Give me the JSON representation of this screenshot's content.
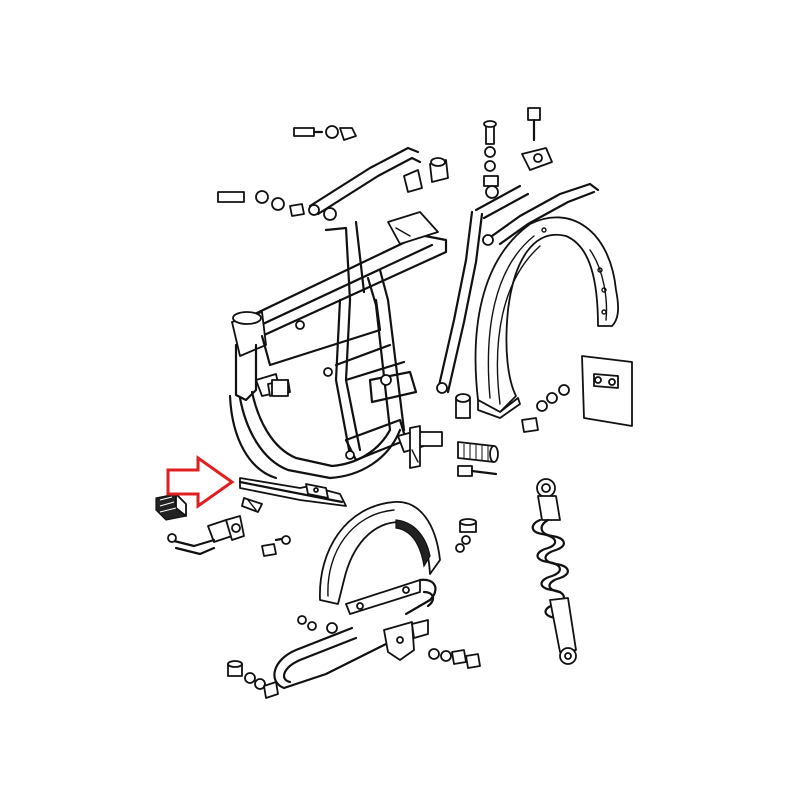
{
  "diagram": {
    "background": "#ffffff",
    "line_color": "#111111",
    "callout_arrow": {
      "icon": "right-arrow-outline-icon",
      "color": "#e02020",
      "points_to": "rear-brake-rod"
    },
    "parts": [
      "main-frame",
      "rear-fender",
      "front-fender",
      "fender-stays",
      "rear-shock-absorber",
      "footrest-rubber",
      "brake-rod",
      "brake-pedal-linkage",
      "license-plate-bracket",
      "rear-carrier-loop",
      "bolts-nuts-washers"
    ]
  }
}
